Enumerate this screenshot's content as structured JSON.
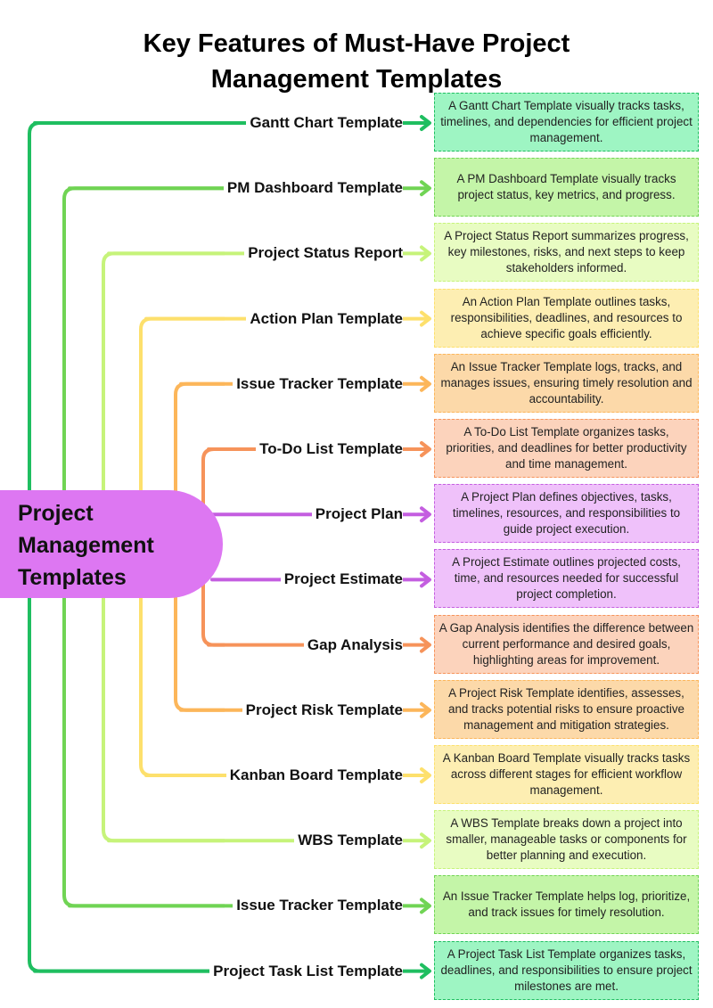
{
  "title": [
    "Key Features of Must-Have Project",
    "Management Templates"
  ],
  "hub": {
    "lines": [
      "Project",
      "Management",
      "Templates"
    ],
    "color": "#dd77f2"
  },
  "items": [
    {
      "label": "Gantt Chart Template",
      "desc": "A Gantt Chart Template visually tracks tasks, timelines, and dependencies for efficient project management.",
      "line": "#1fbe60",
      "fill": "#9ef5c3"
    },
    {
      "label": "PM Dashboard Template",
      "desc": "A PM Dashboard Template visually tracks project status, key metrics, and progress.",
      "line": "#70d454",
      "fill": "#c4f5a8"
    },
    {
      "label": "Project Status Report",
      "desc": "A Project Status Report summarizes progress, key milestones, risks, and next steps to keep stakeholders informed.",
      "line": "#c6f37a",
      "fill": "#e8fcc2"
    },
    {
      "label": "Action Plan Template",
      "desc": "An Action Plan Template outlines tasks, responsibilities, deadlines, and resources to achieve specific goals efficiently.",
      "line": "#fde06c",
      "fill": "#fdeeb2"
    },
    {
      "label": "Issue Tracker Template",
      "desc": "An Issue Tracker Template logs, tracks, and manages issues, ensuring timely resolution and accountability.",
      "line": "#fcb65a",
      "fill": "#fcd9a9"
    },
    {
      "label": "To-Do List Template",
      "desc": "A To-Do List Template organizes tasks, priorities, and deadlines for better productivity and time management.",
      "line": "#f6935a",
      "fill": "#fcd3bc"
    },
    {
      "label": "Project Plan",
      "desc": "A Project Plan defines objectives, tasks, timelines, resources, and responsibilities to guide project execution.",
      "line": "#c45ee0",
      "fill": "#efc1fa"
    },
    {
      "label": "Project Estimate",
      "desc": "A Project Estimate outlines projected costs, time, and resources needed for successful project completion.",
      "line": "#c45ee0",
      "fill": "#efc1fa"
    },
    {
      "label": "Gap Analysis",
      "desc": "A Gap Analysis identifies the difference between current performance and desired goals, highlighting areas for improvement.",
      "line": "#f6935a",
      "fill": "#fcd3bc"
    },
    {
      "label": "Project Risk Template",
      "desc": "A Project Risk Template identifies, assesses, and tracks potential risks to ensure proactive management and mitigation strategies.",
      "line": "#fcb65a",
      "fill": "#fcd9a9"
    },
    {
      "label": "Kanban Board Template",
      "desc": "A Kanban Board Template visually tracks tasks across different stages for efficient workflow management.",
      "line": "#fde06c",
      "fill": "#fdeeb2"
    },
    {
      "label": "WBS Template",
      "desc": "A WBS Template breaks down a project into smaller, manageable tasks or components for better planning and execution.",
      "line": "#c6f37a",
      "fill": "#e8fcc2"
    },
    {
      "label": "Issue Tracker Template",
      "desc": "An Issue Tracker Template helps log, prioritize, and track issues for timely resolution.",
      "line": "#70d454",
      "fill": "#c4f5a8"
    },
    {
      "label": "Project Task List Template",
      "desc": "A Project Task List Template organizes tasks, deadlines, and responsibilities to ensure project milestones are met.",
      "line": "#1fbe60",
      "fill": "#9ef5c3"
    }
  ]
}
